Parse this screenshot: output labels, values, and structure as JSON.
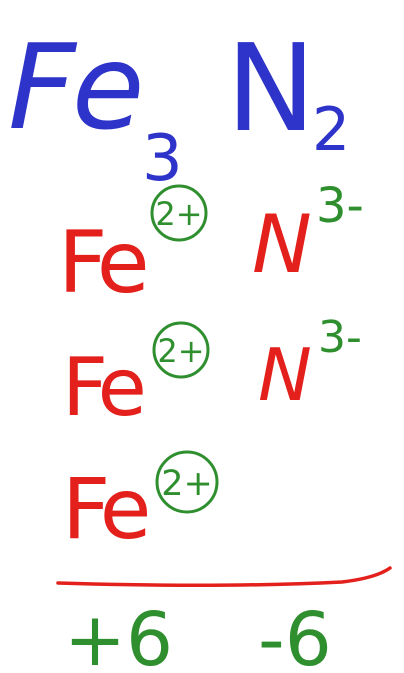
{
  "colors": {
    "blue": "#2e33c9",
    "red": "#e3201b",
    "green": "#2f8f2f",
    "background": "#ffffff"
  },
  "formula": {
    "fe": "Fe",
    "fe_subscript": "3",
    "n": "N",
    "n_subscript": "2"
  },
  "ions": {
    "row1": {
      "cation": "Fe",
      "cation_charge": "2+",
      "anion": "N",
      "anion_charge": "3-"
    },
    "row2": {
      "cation": "Fe",
      "cation_charge": "2+",
      "anion": "N",
      "anion_charge": "3-"
    },
    "row3": {
      "cation": "Fe",
      "cation_charge": "2+"
    }
  },
  "totals": {
    "positive": "+6",
    "negative": "-6"
  }
}
